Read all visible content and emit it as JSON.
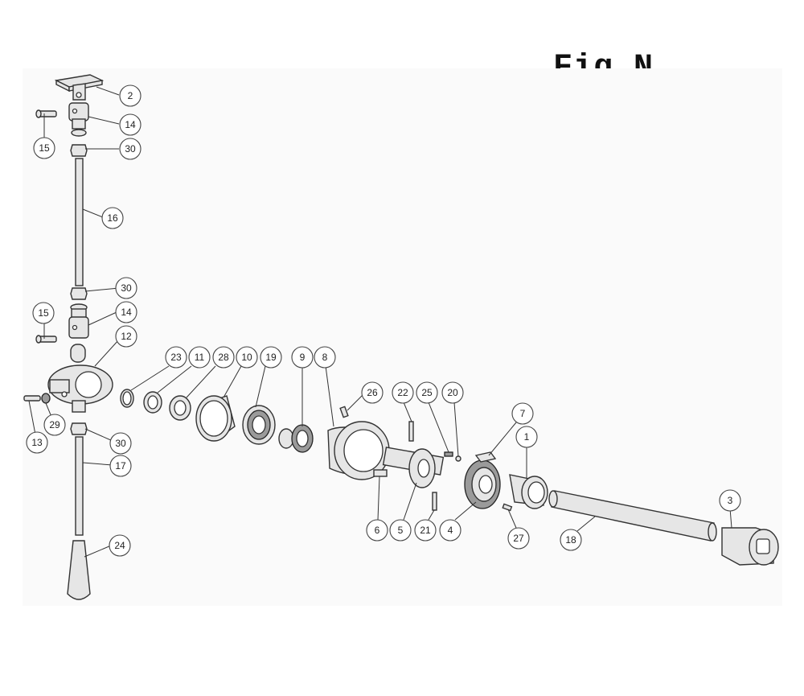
{
  "figure": {
    "title": "Fig N"
  },
  "callouts": [
    {
      "id": "c2",
      "label": "2"
    },
    {
      "id": "c14a",
      "label": "14"
    },
    {
      "id": "c15a",
      "label": "15"
    },
    {
      "id": "c30a",
      "label": "30"
    },
    {
      "id": "c16",
      "label": "16"
    },
    {
      "id": "c30b",
      "label": "30"
    },
    {
      "id": "c15b",
      "label": "15"
    },
    {
      "id": "c14b",
      "label": "14"
    },
    {
      "id": "c12",
      "label": "12"
    },
    {
      "id": "c23",
      "label": "23"
    },
    {
      "id": "c11",
      "label": "11"
    },
    {
      "id": "c28",
      "label": "28"
    },
    {
      "id": "c10",
      "label": "10"
    },
    {
      "id": "c19",
      "label": "19"
    },
    {
      "id": "c9",
      "label": "9"
    },
    {
      "id": "c8",
      "label": "8"
    },
    {
      "id": "c26",
      "label": "26"
    },
    {
      "id": "c22",
      "label": "22"
    },
    {
      "id": "c25",
      "label": "25"
    },
    {
      "id": "c20",
      "label": "20"
    },
    {
      "id": "c7",
      "label": "7"
    },
    {
      "id": "c1",
      "label": "1"
    },
    {
      "id": "c13",
      "label": "13"
    },
    {
      "id": "c29",
      "label": "29"
    },
    {
      "id": "c30c",
      "label": "30"
    },
    {
      "id": "c17",
      "label": "17"
    },
    {
      "id": "c24",
      "label": "24"
    },
    {
      "id": "c6",
      "label": "6"
    },
    {
      "id": "c5",
      "label": "5"
    },
    {
      "id": "c21",
      "label": "21"
    },
    {
      "id": "c4",
      "label": "4"
    },
    {
      "id": "c27",
      "label": "27"
    },
    {
      "id": "c18",
      "label": "18"
    },
    {
      "id": "c3",
      "label": "3"
    }
  ]
}
